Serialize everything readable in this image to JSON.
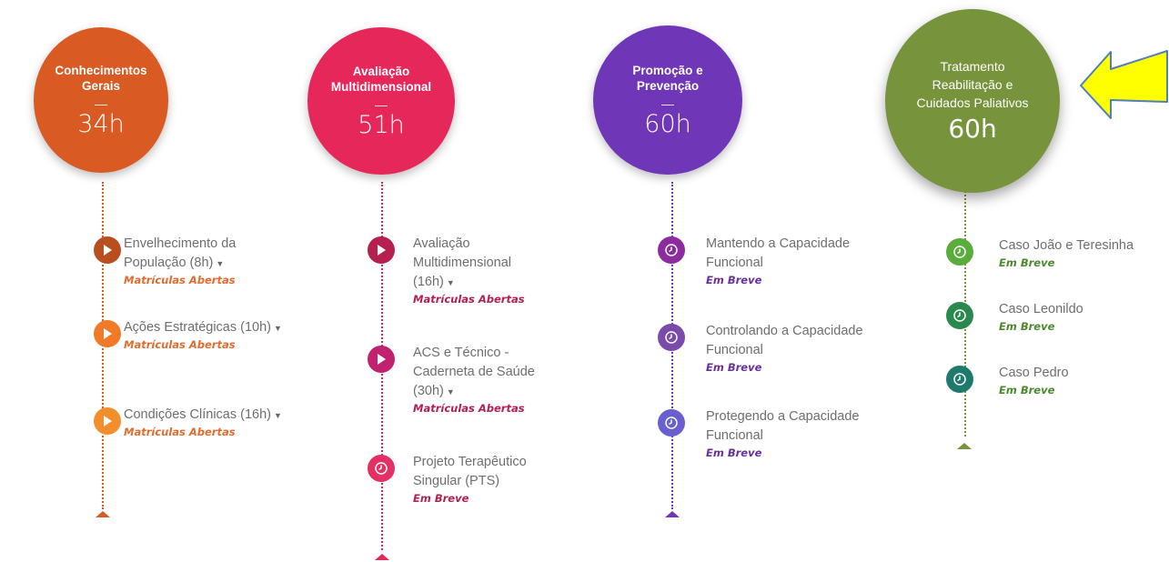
{
  "columns": [
    {
      "title": "Conhecimentos\nGerais",
      "hours": "34h",
      "color": "#d95a23",
      "items": [
        {
          "title": "Envelhecimento da População (8h)",
          "status": "Matrículas Abertas",
          "icon": "play-icon",
          "icon_color": "#b94f1e",
          "status_color": "#e26c2e"
        },
        {
          "title": "Ações Estratégicas (10h)",
          "status": "Matrículas Abertas",
          "icon": "play-icon",
          "icon_color": "#f07a28",
          "status_color": "#e26c2e"
        },
        {
          "title": "Condições Clínicas (16h)",
          "status": "Matrículas Abertas",
          "icon": "play-icon",
          "icon_color": "#f28e2b",
          "status_color": "#e26c2e"
        }
      ]
    },
    {
      "title": "Avaliação\nMultidimensional",
      "hours": "51h",
      "color": "#e6275a",
      "items": [
        {
          "title": "Avaliação Multidimensional (16h)",
          "status": "Matrículas Abertas",
          "icon": "play-icon",
          "icon_color": "#b52050",
          "status_color": "#b52050"
        },
        {
          "title": "ACS e Técnico - Caderneta de Saúde (30h)",
          "status": "Matrículas Abertas",
          "icon": "play-icon",
          "icon_color": "#c0226f",
          "status_color": "#b52050"
        },
        {
          "title": "Projeto Terapêutico Singular (PTS)",
          "status": "Em Breve",
          "icon": "clock-icon",
          "icon_color": "#e43064",
          "status_color": "#b52050"
        }
      ]
    },
    {
      "title": "Promoção e\nPrevenção",
      "hours": "60h",
      "color": "#7036b8",
      "items": [
        {
          "title": "Mantendo a Capacidade Funcional",
          "status": "Em Breve",
          "icon": "clock-icon",
          "icon_color": "#8d2b9e",
          "status_color": "#6a2f9e"
        },
        {
          "title": "Controlando a Capacidade Funcional",
          "status": "Em Breve",
          "icon": "clock-icon",
          "icon_color": "#7a4bab",
          "status_color": "#6a2f9e"
        },
        {
          "title": "Protegendo a Capacidade Funcional",
          "status": "Em Breve",
          "icon": "clock-icon",
          "icon_color": "#6a5fd0",
          "status_color": "#6a2f9e"
        }
      ]
    },
    {
      "title": "Tratamento\nReabilitação e\nCuidados Paliativos",
      "hours": "60h",
      "color": "#77933c",
      "items": [
        {
          "title": "Caso João e Teresinha",
          "status": "Em Breve",
          "icon": "clock-icon",
          "icon_color": "#5aac3c",
          "status_color": "#4a8a2c"
        },
        {
          "title": "Caso Leonildo",
          "status": "Em Breve",
          "icon": "clock-icon",
          "icon_color": "#2a8a4e",
          "status_color": "#4a8a2c"
        },
        {
          "title": "Caso Pedro",
          "status": "Em Breve",
          "icon": "clock-icon",
          "icon_color": "#1f7a6e",
          "status_color": "#4a8a2c"
        }
      ]
    }
  ],
  "annotation": {
    "icon": "arrow-left-icon",
    "color": "#ffff00",
    "outline": "#4f7fb8"
  }
}
